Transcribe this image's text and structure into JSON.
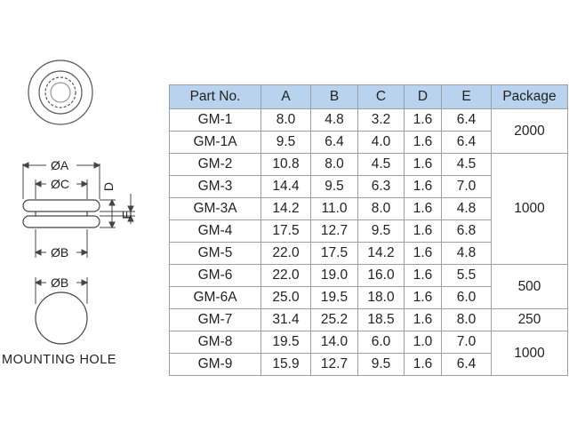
{
  "drawing": {
    "labels": {
      "dia_a": "ØA",
      "dia_c": "ØC",
      "dim_d": "D",
      "dim_e": "E",
      "dia_b": "ØB",
      "dia_b_hole": "ØB",
      "mounting_hole": "MOUNTING HOLE"
    }
  },
  "table": {
    "headers": [
      "Part No.",
      "A",
      "B",
      "C",
      "D",
      "E",
      "Package"
    ],
    "rows": [
      {
        "part": "GM-1",
        "a": "8.0",
        "b": "4.8",
        "c": "3.2",
        "d": "1.6",
        "e": "6.4"
      },
      {
        "part": "GM-1A",
        "a": "9.5",
        "b": "6.4",
        "c": "4.0",
        "d": "1.6",
        "e": "6.4"
      },
      {
        "part": "GM-2",
        "a": "10.8",
        "b": "8.0",
        "c": "4.5",
        "d": "1.6",
        "e": "4.5"
      },
      {
        "part": "GM-3",
        "a": "14.4",
        "b": "9.5",
        "c": "6.3",
        "d": "1.6",
        "e": "7.0"
      },
      {
        "part": "GM-3A",
        "a": "14.2",
        "b": "11.0",
        "c": "8.0",
        "d": "1.6",
        "e": "4.8"
      },
      {
        "part": "GM-4",
        "a": "17.5",
        "b": "12.7",
        "c": "9.5",
        "d": "1.6",
        "e": "6.8"
      },
      {
        "part": "GM-5",
        "a": "22.0",
        "b": "17.5",
        "c": "14.2",
        "d": "1.6",
        "e": "4.8"
      },
      {
        "part": "GM-6",
        "a": "22.0",
        "b": "19.0",
        "c": "16.0",
        "d": "1.6",
        "e": "5.5"
      },
      {
        "part": "GM-6A",
        "a": "25.0",
        "b": "19.5",
        "c": "18.0",
        "d": "1.6",
        "e": "6.0"
      },
      {
        "part": "GM-7",
        "a": "31.4",
        "b": "25.2",
        "c": "18.5",
        "d": "1.6",
        "e": "8.0"
      },
      {
        "part": "GM-8",
        "a": "19.5",
        "b": "14.0",
        "c": "6.0",
        "d": "1.0",
        "e": "7.0"
      },
      {
        "part": "GM-9",
        "a": "15.9",
        "b": "12.7",
        "c": "9.5",
        "d": "1.6",
        "e": "6.4"
      }
    ],
    "packages": [
      "2000",
      "1000",
      "500",
      "250",
      "1000"
    ]
  }
}
